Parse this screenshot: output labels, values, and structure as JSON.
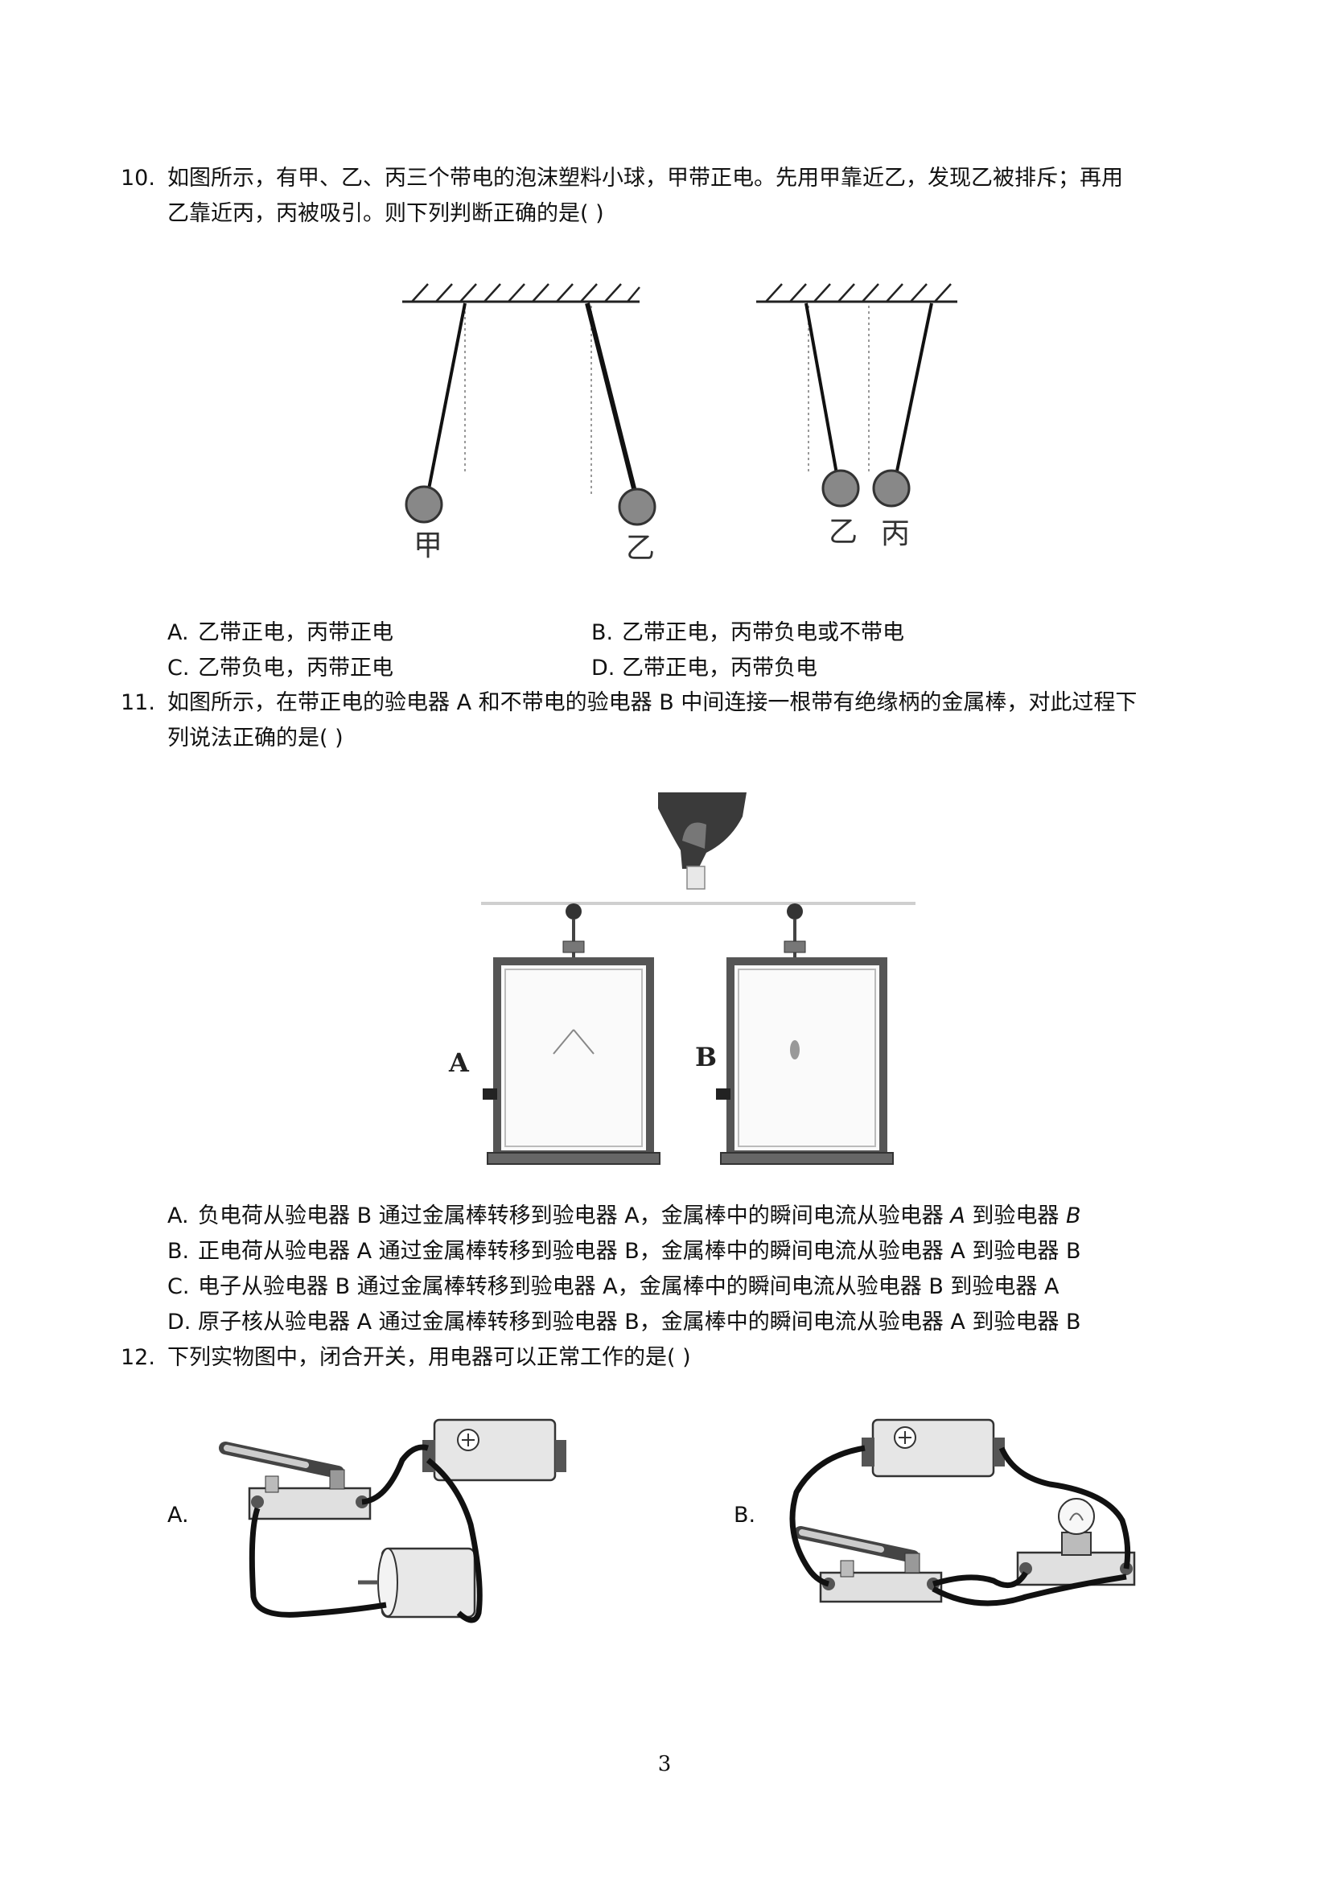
{
  "questions": [
    {
      "number": "10.",
      "line1": "如图所示，有甲、乙、丙三个带电的泡沫塑料小球，甲带正电。先用甲靠近乙，发现乙被排斥；再用",
      "line2": "乙靠近丙，丙被吸引。则下列判断正确的是(    )",
      "figure_labels": [
        "甲",
        "乙",
        "乙",
        "丙"
      ],
      "options": [
        {
          "letter": "A.",
          "text": "乙带正电，丙带正电"
        },
        {
          "letter": "B.",
          "text": "乙带正电，丙带负电或不带电"
        },
        {
          "letter": "C.",
          "text": "乙带负电，丙带正电"
        },
        {
          "letter": "D.",
          "text": "乙带正电，丙带负电"
        }
      ]
    },
    {
      "number": "11.",
      "line1": "如图所示，在带正电的验电器 A 和不带电的验电器 B 中间连接一根带有绝缘柄的金属棒，对此过程下",
      "line2": "列说法正确的是(    )",
      "figure_labels": [
        "A",
        "B"
      ],
      "options": [
        {
          "letter": "A.",
          "text_main": "负电荷从验电器 B 通过金属棒转移到验电器 A，金属棒中的瞬间电流从验电器 ",
          "ital1": "A",
          "mid": " 到验电器 ",
          "ital2": "B"
        },
        {
          "letter": "B.",
          "text": "正电荷从验电器 A 通过金属棒转移到验电器 B，金属棒中的瞬间电流从验电器 A 到验电器 B"
        },
        {
          "letter": "C.",
          "text": "电子从验电器 B 通过金属棒转移到验电器 A，金属棒中的瞬间电流从验电器 B 到验电器 A"
        },
        {
          "letter": "D.",
          "text": "原子核从验电器 A 通过金属棒转移到验电器 B，金属棒中的瞬间电流从验电器 A 到验电器 B"
        }
      ]
    },
    {
      "number": "12.",
      "line1": "下列实物图中，闭合开关，用电器可以正常工作的是(    )",
      "options": [
        {
          "letter": "A."
        },
        {
          "letter": "B."
        }
      ]
    }
  ],
  "page_number": "3"
}
